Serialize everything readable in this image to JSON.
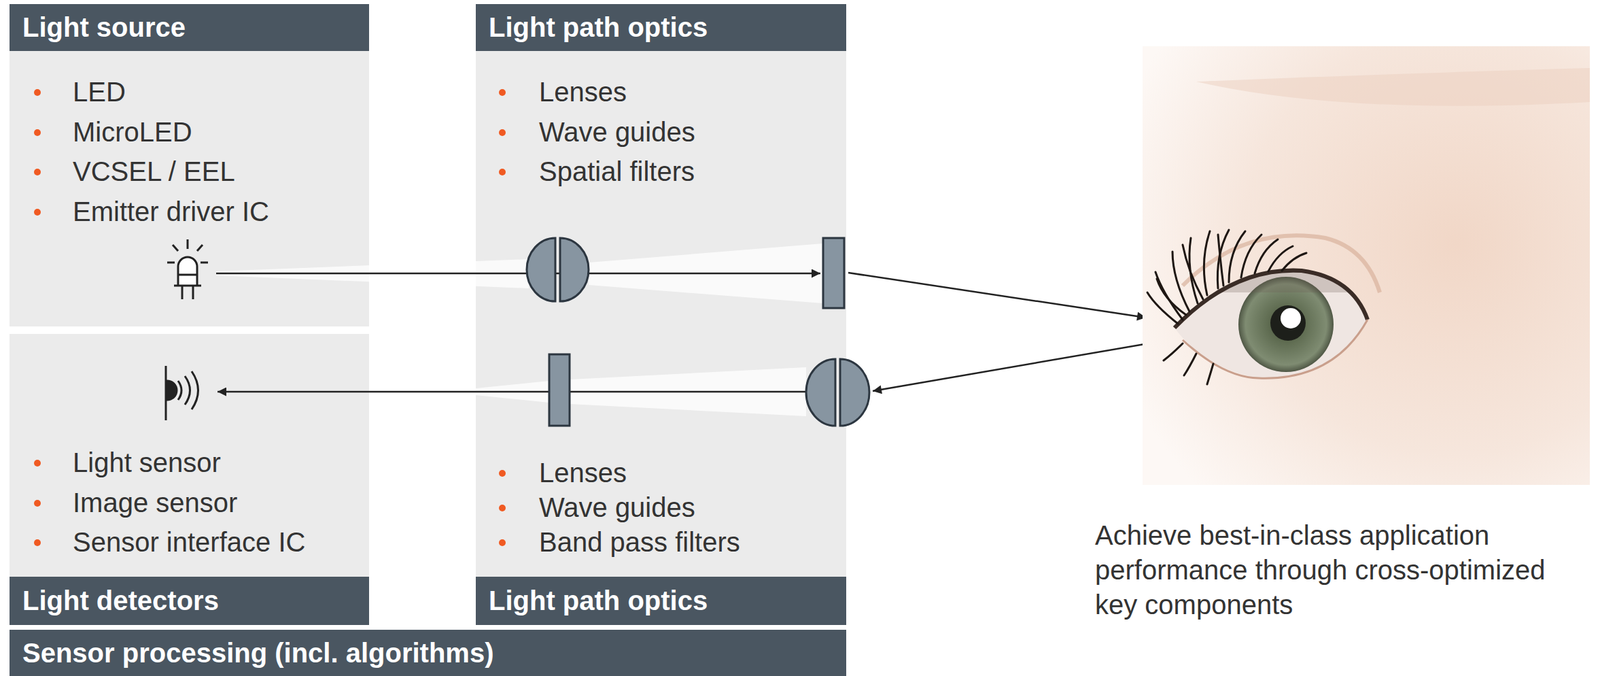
{
  "diagram": {
    "nodes": [
      {
        "text": [
          "Light source",
          "LED",
          "MicroLED",
          "VCSEL / EEL",
          "Emitter driver IC"
        ]
      },
      {
        "text": [
          "Light path optics",
          "Lenses",
          "Wave guides",
          "Spatial filters"
        ]
      },
      {
        "text": [
          "Light detectors",
          "Light sensor",
          "Image sensor",
          "Sensor interface IC"
        ]
      },
      {
        "text": [
          "Light path optics",
          "Lenses",
          "Wave guides",
          "Band pass filters"
        ]
      },
      {
        "text": [
          "Sensor processing (incl. algorithms)"
        ]
      }
    ],
    "caption": "Achieve best-in-class application performance through cross-optimized key components"
  }
}
